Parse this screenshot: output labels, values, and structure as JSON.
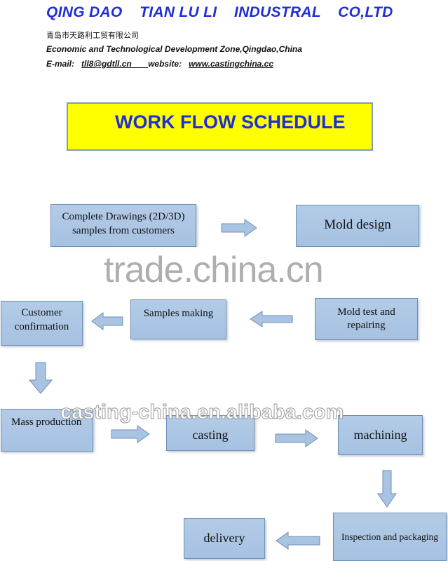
{
  "header": {
    "company": "QING DAO    TIAN LU LI    INDUSTRAL    CO,LTD",
    "chinese_name": "青岛市天路利工贸有限公司",
    "address": "Economic and Technological Development Zone,Qingdao,China",
    "email_label": "E-mail:   ",
    "email": "tll8@gdtll.cn       ",
    "website_label": "website:   ",
    "website": "www.castingchina.cc"
  },
  "title": "WORK FLOW SCHEDULE",
  "steps": {
    "drawings": [
      "Complete Drawings (2D/3D)",
      "samples from customers"
    ],
    "mold_design": "Mold design",
    "mold_test": [
      "Mold test and",
      "repairing"
    ],
    "samples_making": "Samples making",
    "customer_confirmation": [
      "Customer",
      "confirmation"
    ],
    "mass_production": "Mass production",
    "casting": "casting",
    "machining": "machining",
    "inspection": "Inspection and packaging",
    "delivery": "delivery"
  },
  "watermarks": {
    "top": "trade.china.cn",
    "bottom": "casting-china.en.alibaba.com"
  },
  "colors": {
    "title_blue": "#1f2fd6",
    "banner_yellow": "#ffff00",
    "box_fill": "#a9c4e3",
    "arrow_fill": "#a9c4e3"
  }
}
